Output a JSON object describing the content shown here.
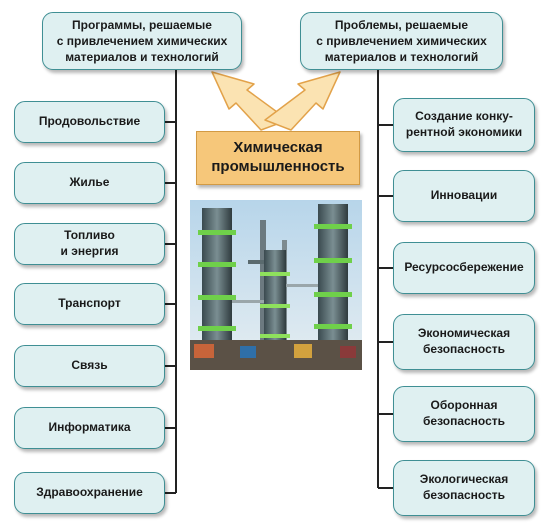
{
  "headers": {
    "left": "Программы, решаемые\nс привлечением  химических\nматериалов и технологий",
    "right": "Проблемы, решаемые\nс привлечением химических\nматериалов и технологий"
  },
  "center": {
    "title": "Химическая\nпромышленность"
  },
  "image_icon": "chemical-plant-photo-icon",
  "left_items": [
    "Продовольствие",
    "Жилье",
    "Топливо\nи энергия",
    "Транспорт",
    "Связь",
    "Информатика",
    "Здравоохранение"
  ],
  "right_items": [
    "Создание конку-\nрентной экономики",
    "Инновации",
    "Ресурсосбережение",
    "Экономическая\nбезопасность",
    "Оборонная\nбезопасность",
    "Экологическая\nбезопасность"
  ],
  "colors": {
    "box_fill": "#dff0f1",
    "box_border": "#3f8f94",
    "center_fill": "#f6c77a",
    "arrow_fill": "#fbe3b2",
    "arrow_stroke": "#e2a24a",
    "connector": "#222222"
  }
}
